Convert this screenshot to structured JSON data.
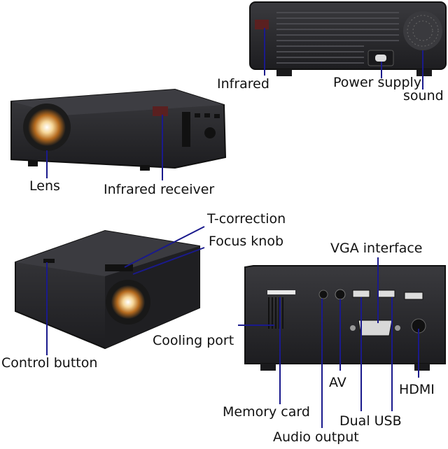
{
  "labels": {
    "infrared": "Infrared",
    "power_supply": "Power supply",
    "sound": "sound",
    "lens": "Lens",
    "infrared_receiver": "Infrared receiver",
    "t_correction": "T-correction",
    "focus_knob": "Focus knob",
    "vga_interface": "VGA interface",
    "cooling_port": "Cooling port",
    "control_button": "Control button",
    "av": "AV",
    "hdmi": "HDMI",
    "memory_card": "Memory card",
    "dual_usb": "Dual USB",
    "audio_output": "Audio output"
  },
  "colors": {
    "callout_line": "#1a1a8c",
    "projector_body": "#2b2b2e",
    "projector_dark": "#141416",
    "lens_glow": "#e0a040"
  }
}
